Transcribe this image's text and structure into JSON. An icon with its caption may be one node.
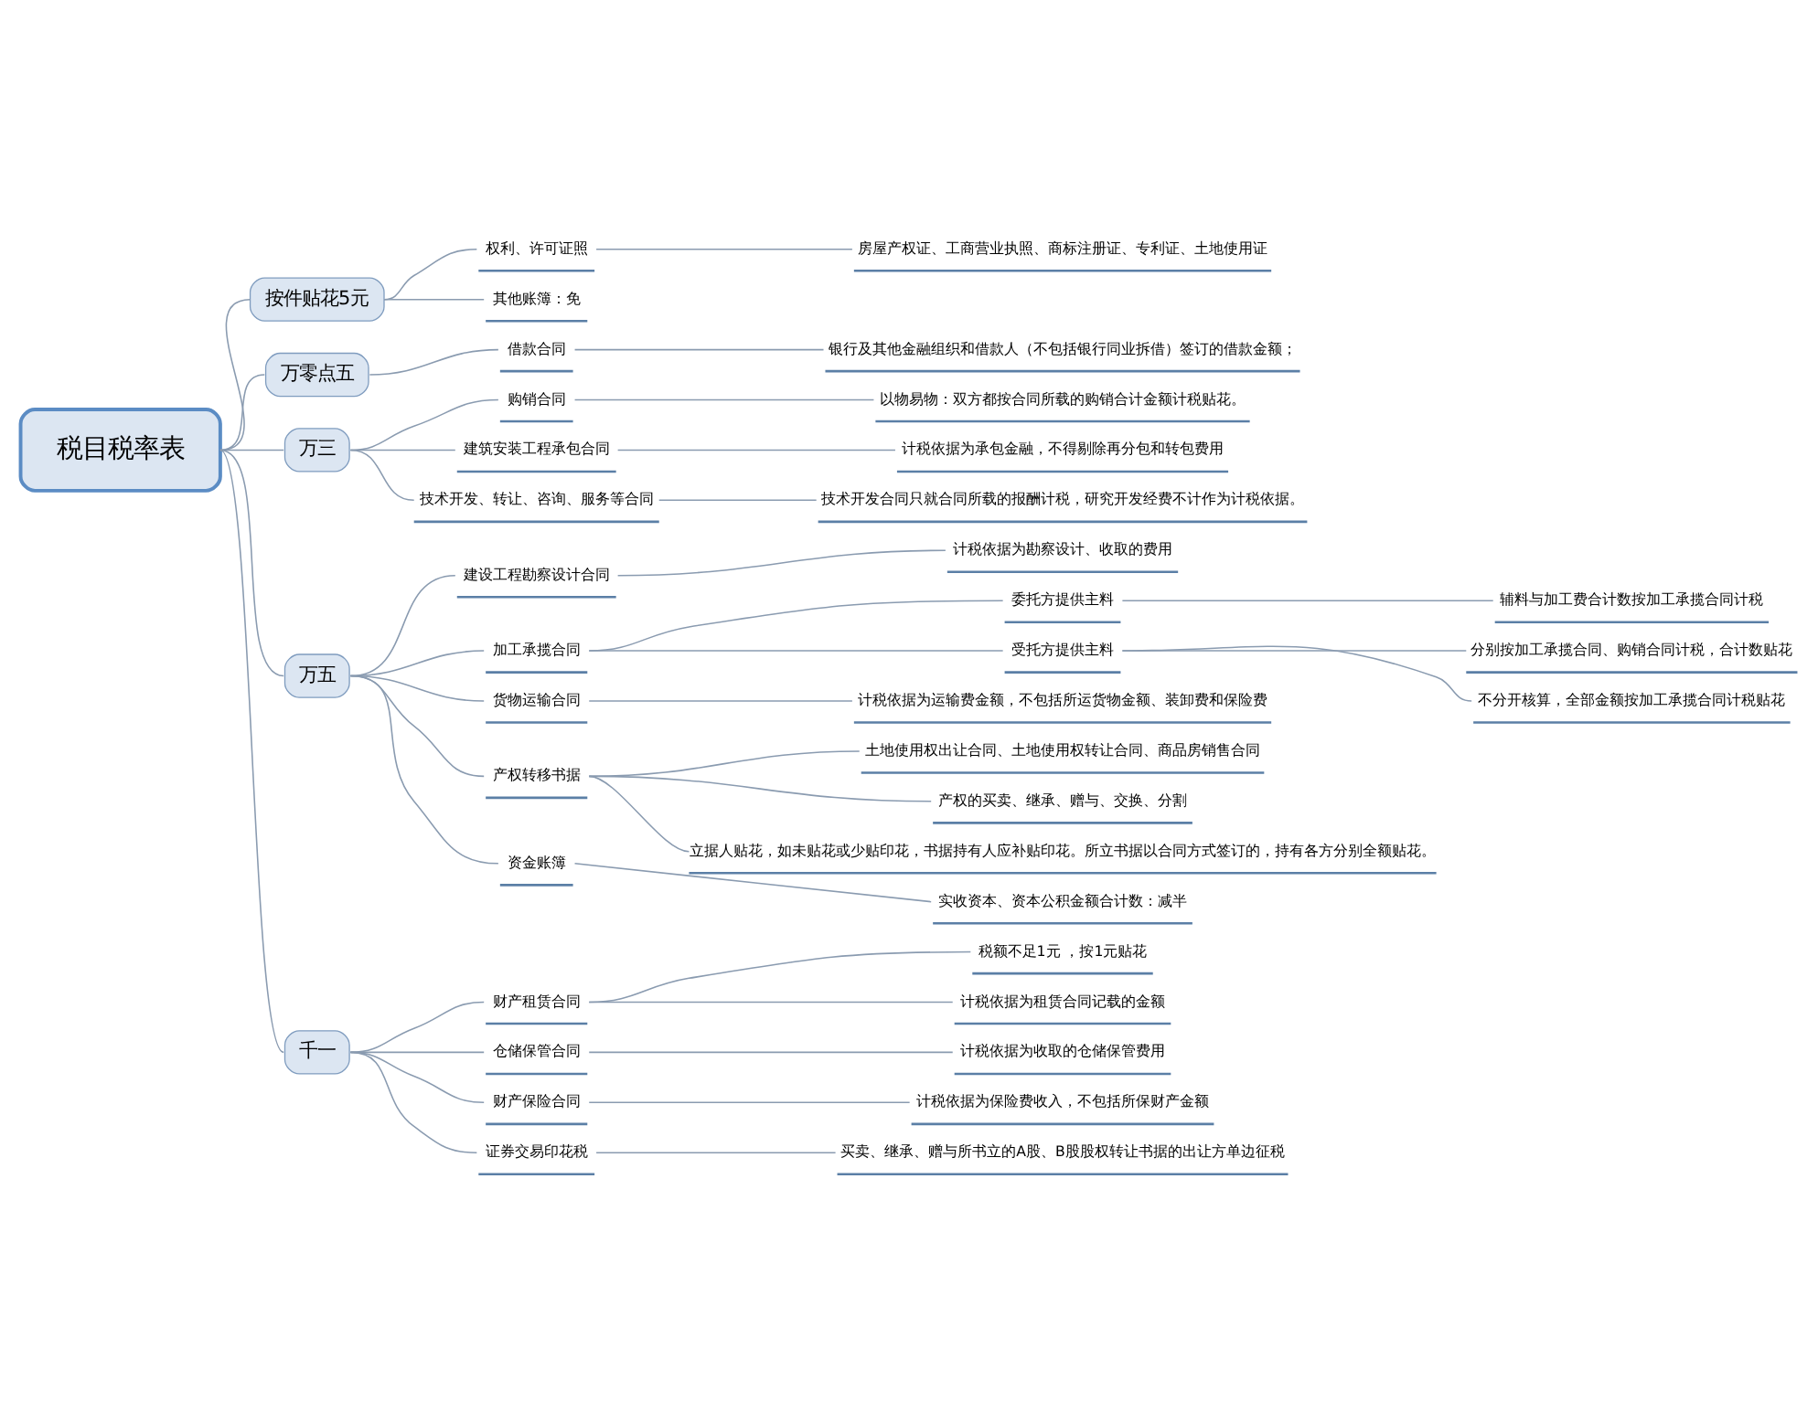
{
  "diagram": {
    "nodes": [
      {
        "text": [
          "税目税率表"
        ]
      },
      {
        "text": [
          "按件贴花5元"
        ]
      },
      {
        "text": [
          "权利、许可证照"
        ]
      },
      {
        "text": [
          "房屋产权证、工商营业执照、商标注册证、专利证、土地使用证"
        ]
      },
      {
        "text": [
          "其他账簿：免"
        ]
      },
      {
        "text": [
          "万零点五"
        ]
      },
      {
        "text": [
          "借款合同"
        ]
      },
      {
        "text": [
          "银行及其他金融组织和借款人（不包括银行同业拆借）签订的借款金额；"
        ]
      },
      {
        "text": [
          "万三"
        ]
      },
      {
        "text": [
          "购销合同"
        ]
      },
      {
        "text": [
          "以物易物：双方都按合同所载的购销合计金额计税贴花。"
        ]
      },
      {
        "text": [
          "建筑安装工程承包合同"
        ]
      },
      {
        "text": [
          "计税依据为承包金融，不得剔除再分包和转包费用"
        ]
      },
      {
        "text": [
          "技术开发、转让、咨询、服务等合同"
        ]
      },
      {
        "text": [
          "技术开发合同只就合同所载的报酬计税，研究开发经费不计作为计税依据。"
        ]
      },
      {
        "text": [
          "万五"
        ]
      },
      {
        "text": [
          "建设工程勘察设计合同"
        ]
      },
      {
        "text": [
          "计税依据为勘察设计、收取的费用"
        ]
      },
      {
        "text": [
          "加工承揽合同"
        ]
      },
      {
        "text": [
          "委托方提供主料"
        ]
      },
      {
        "text": [
          "辅料与加工费合计数按加工承揽合同计税"
        ]
      },
      {
        "text": [
          "受托方提供主料"
        ]
      },
      {
        "text": [
          "分别按加工承揽合同、购销合同计税，合计数贴花"
        ]
      },
      {
        "text": [
          "不分开核算，全部金额按加工承揽合同计税贴花"
        ]
      },
      {
        "text": [
          "货物运输合同"
        ]
      },
      {
        "text": [
          "计税依据为运输费金额，不包括所运货物金额、装卸费和保险费"
        ]
      },
      {
        "text": [
          "产权转移书据"
        ]
      },
      {
        "text": [
          "土地使用权出让合同、土地使用权转让合同、商品房销售合同"
        ]
      },
      {
        "text": [
          "产权的买卖、继承、赠与、交换、分割"
        ]
      },
      {
        "text": [
          "立据人贴花，如未贴花或少贴印花，书据持有人应补贴印花。所立书据以合同方式签订的，持有各方分别全额贴花。"
        ]
      },
      {
        "text": [
          "资金账簿"
        ]
      },
      {
        "text": [
          "实收资本、资本公积金额合计数：减半"
        ]
      },
      {
        "text": [
          "千一"
        ]
      },
      {
        "text": [
          "财产租赁合同"
        ]
      },
      {
        "text": [
          "税额不足1元 ，按1元贴花"
        ]
      },
      {
        "text": [
          "计税依据为租赁合同记载的金额"
        ]
      },
      {
        "text": [
          "仓储保管合同"
        ]
      },
      {
        "text": [
          "计税依据为收取的仓储保管费用"
        ]
      },
      {
        "text": [
          "财产保险合同"
        ]
      },
      {
        "text": [
          "计税依据为保险费收入，不包括所保财产金额"
        ]
      },
      {
        "text": [
          "证券交易印花税"
        ]
      },
      {
        "text": [
          "买卖、继承、赠与所书立的A股、B股股权转让书据的出让方单边征税"
        ]
      }
    ],
    "edges": [
      {
        "from": 0,
        "to": 1,
        "arrow": "none"
      },
      {
        "from": 1,
        "to": 2,
        "arrow": "none"
      },
      {
        "from": 2,
        "to": 3,
        "arrow": "none"
      },
      {
        "from": 1,
        "to": 4,
        "arrow": "none"
      },
      {
        "from": 0,
        "to": 5,
        "arrow": "none"
      },
      {
        "from": 5,
        "to": 6,
        "arrow": "none"
      },
      {
        "from": 6,
        "to": 7,
        "arrow": "none"
      },
      {
        "from": 0,
        "to": 8,
        "arrow": "none"
      },
      {
        "from": 8,
        "to": 9,
        "arrow": "none"
      },
      {
        "from": 9,
        "to": 10,
        "arrow": "none"
      },
      {
        "from": 8,
        "to": 11,
        "arrow": "none"
      },
      {
        "from": 11,
        "to": 12,
        "arrow": "none"
      },
      {
        "from": 8,
        "to": 13,
        "arrow": "none"
      },
      {
        "from": 13,
        "to": 14,
        "arrow": "none"
      },
      {
        "from": 0,
        "to": 15,
        "arrow": "none"
      },
      {
        "from": 15,
        "to": 16,
        "arrow": "none"
      },
      {
        "from": 16,
        "to": 17,
        "arrow": "none"
      },
      {
        "from": 15,
        "to": 18,
        "arrow": "none"
      },
      {
        "from": 18,
        "to": 19,
        "arrow": "none"
      },
      {
        "from": 19,
        "to": 20,
        "arrow": "none"
      },
      {
        "from": 18,
        "to": 21,
        "arrow": "none"
      },
      {
        "from": 21,
        "to": 22,
        "arrow": "none"
      },
      {
        "from": 21,
        "to": 23,
        "arrow": "none"
      },
      {
        "from": 15,
        "to": 24,
        "arrow": "none"
      },
      {
        "from": 24,
        "to": 25,
        "arrow": "none"
      },
      {
        "from": 15,
        "to": 26,
        "arrow": "none"
      },
      {
        "from": 26,
        "to": 27,
        "arrow": "none"
      },
      {
        "from": 26,
        "to": 28,
        "arrow": "none"
      },
      {
        "from": 26,
        "to": 29,
        "arrow": "none"
      },
      {
        "from": 15,
        "to": 30,
        "arrow": "none"
      },
      {
        "from": 30,
        "to": 31,
        "arrow": "none"
      },
      {
        "from": 0,
        "to": 32,
        "arrow": "none"
      },
      {
        "from": 32,
        "to": 33,
        "arrow": "none"
      },
      {
        "from": 33,
        "to": 34,
        "arrow": "none"
      },
      {
        "from": 33,
        "to": 35,
        "arrow": "none"
      },
      {
        "from": 32,
        "to": 36,
        "arrow": "none"
      },
      {
        "from": 36,
        "to": 37,
        "arrow": "none"
      },
      {
        "from": 32,
        "to": 38,
        "arrow": "none"
      },
      {
        "from": 38,
        "to": 39,
        "arrow": "none"
      },
      {
        "from": 32,
        "to": 40,
        "arrow": "none"
      },
      {
        "from": 40,
        "to": 41,
        "arrow": "none"
      }
    ]
  }
}
